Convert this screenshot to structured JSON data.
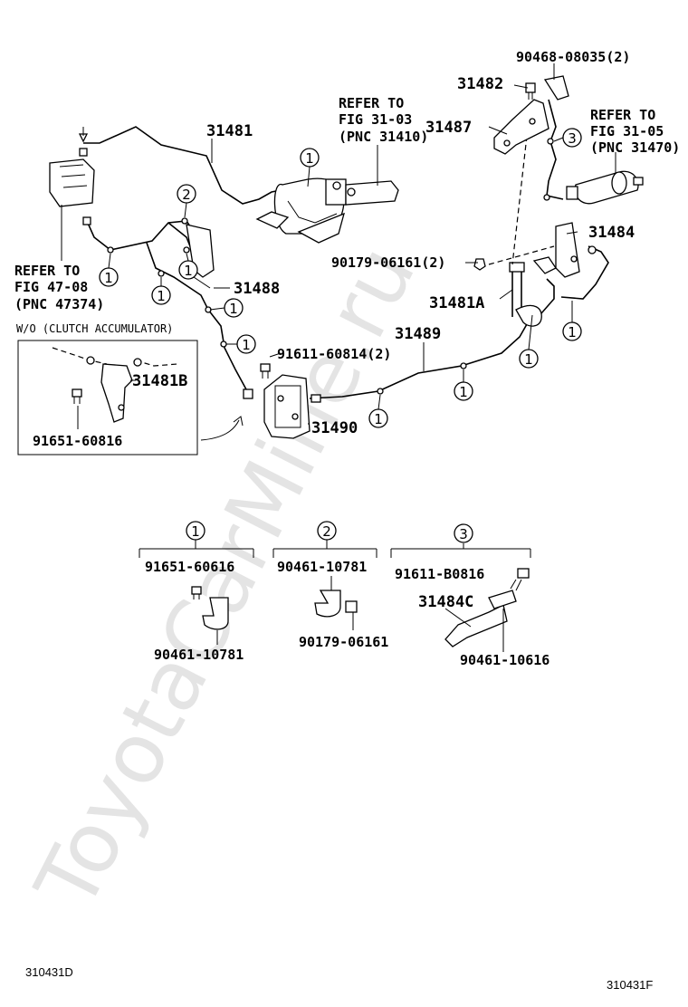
{
  "watermark": "ToyotaCarMine.ru",
  "parts": {
    "p31481": "31481",
    "p31482": "31482",
    "p31487": "31487",
    "p31484": "31484",
    "p31488": "31488",
    "p31481A": "31481A",
    "p31489": "31489",
    "p31481B": "31481B",
    "p31490": "31490",
    "p90468": "90468-08035(2)",
    "p90179": "90179-06161(2)",
    "p91611": "91611-60814(2)",
    "p91651": "91651-60816"
  },
  "refs": {
    "ref1": [
      "REFER TO",
      "FIG 31-03",
      "(PNC 31410)"
    ],
    "ref2": [
      "REFER TO",
      "FIG 31-05",
      "(PNC 31470)"
    ],
    "ref3": [
      "REFER TO",
      "FIG 47-08",
      "(PNC 47374)"
    ]
  },
  "inset_title": "W/O (CLUTCH ACCUMULATOR)",
  "callout_numbers": [
    "1",
    "2",
    "3"
  ],
  "kits": {
    "kit1": {
      "num": "1",
      "top": "91651-60616",
      "bottom": "90461-10781"
    },
    "kit2": {
      "num": "2",
      "top": "90461-10781",
      "bottom": "90179-06161"
    },
    "kit3": {
      "num": "3",
      "top": "91611-B0816",
      "mid": "31484C",
      "bottom": "90461-10616"
    }
  },
  "footer": {
    "left_code": "310431D",
    "right_code": "310431F"
  }
}
